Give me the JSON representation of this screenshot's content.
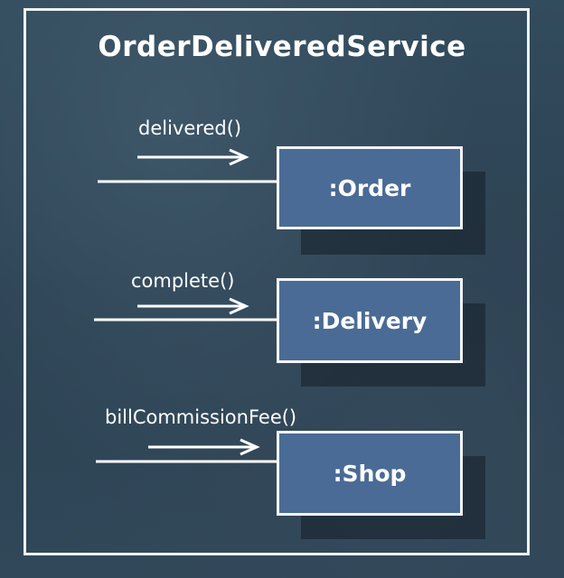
{
  "diagram": {
    "title": "OrderDeliveredService",
    "interactions": [
      {
        "message": "delivered()",
        "object": ":Order"
      },
      {
        "message": "complete()",
        "object": ":Delivery"
      },
      {
        "message": "billCommissionFee()",
        "object": ":Shop"
      }
    ]
  },
  "colors": {
    "background": "#2a3f4f",
    "object_fill": "#4a6b95",
    "line": "#ffffff"
  }
}
